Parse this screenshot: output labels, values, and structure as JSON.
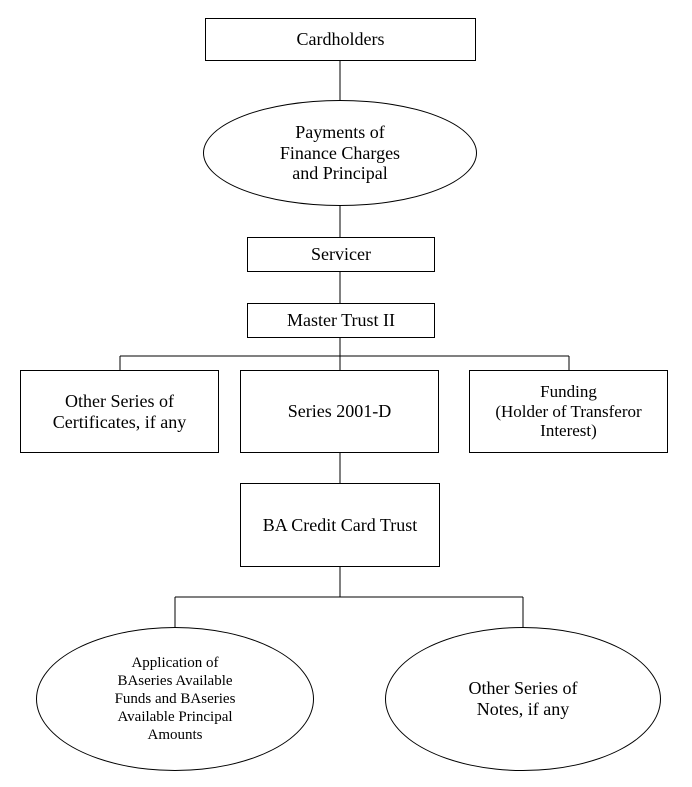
{
  "nodes": {
    "cardholders": "Cardholders",
    "payments": "Payments of\nFinance Charges\nand Principal",
    "servicer": "Servicer",
    "master_trust": "Master Trust II",
    "other_certificates": "Other Series of\nCertificates, if any",
    "series_2001d": "Series 2001-D",
    "funding": "Funding\n(Holder of Transferor\nInterest)",
    "ba_trust": "BA Credit Card Trust",
    "application": "Application of\nBAseries Available\nFunds and BAseries\nAvailable Principal\nAmounts",
    "other_notes": "Other Series of\nNotes, if any"
  }
}
